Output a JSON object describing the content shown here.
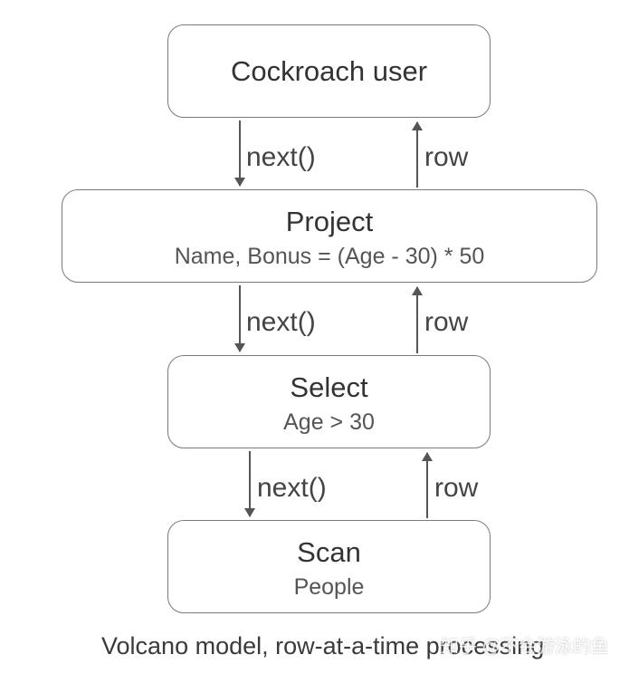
{
  "nodes": {
    "user": {
      "title": "Cockroach user"
    },
    "project": {
      "title": "Project",
      "detail": "Name, Bonus = (Age - 30) * 50"
    },
    "select": {
      "title": "Select",
      "detail": "Age > 30"
    },
    "scan": {
      "title": "Scan",
      "detail": "People"
    }
  },
  "edges": {
    "next_label": "next()",
    "row_label": "row"
  },
  "caption": "Volcano model, row-at-a-time processing",
  "watermark": "知乎 @不会游泳的鱼",
  "colors": {
    "border": "#7a7a7a",
    "arrow": "#555555",
    "text": "#333333"
  }
}
